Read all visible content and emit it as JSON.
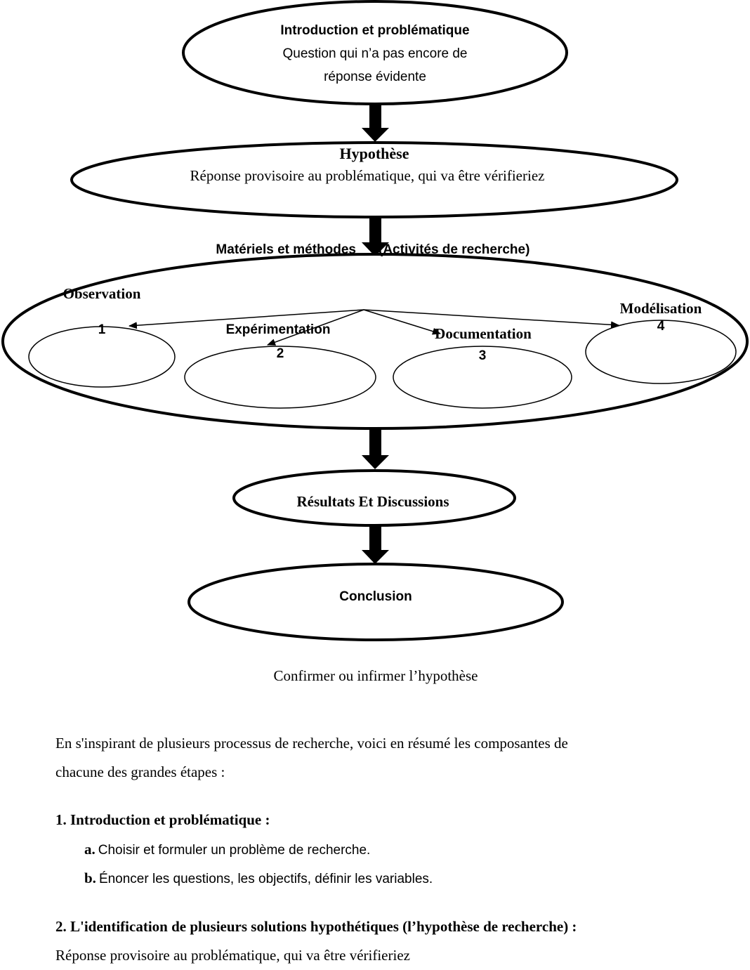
{
  "diagram": {
    "intro": {
      "title": "Introduction et problématique",
      "line1": "Question qui n’a pas encore de",
      "line2": "réponse évidente"
    },
    "hypothese": {
      "title": "Hypothèse",
      "text": "Réponse provisoire au problématique, qui va être vérifieriez"
    },
    "methods": {
      "label_left": "Matériels et méthodes",
      "label_right": "(Activités de recherche)",
      "activities": [
        {
          "name": "Observation",
          "number": "1"
        },
        {
          "name": "Expérimentation",
          "number": "2"
        },
        {
          "name": "Documentation",
          "number": "3"
        },
        {
          "name": "Modélisation",
          "number": "4"
        }
      ]
    },
    "results": {
      "title": "Résultats Et Discussions"
    },
    "conclusion": {
      "title": "Conclusion"
    },
    "caption": "Confirmer ou infirmer l’hypothèse"
  },
  "document": {
    "intro_line1": "En s'inspirant de plusieurs processus de recherche, voici en résumé les composantes de",
    "intro_line2": "chacune des grandes étapes :",
    "section1": {
      "heading": "1. Introduction et problématique :",
      "items": [
        {
          "marker": "a.",
          "text": "Choisir et formuler un problème de recherche."
        },
        {
          "marker": "b.",
          "text": "Énoncer les questions, les objectifs, définir les variables."
        }
      ]
    },
    "section2": {
      "heading": "2. L'identification de plusieurs solutions hypothétiques (l’hypothèse de recherche) :",
      "text": "Réponse provisoire au problématique, qui va être vérifieriez"
    }
  }
}
